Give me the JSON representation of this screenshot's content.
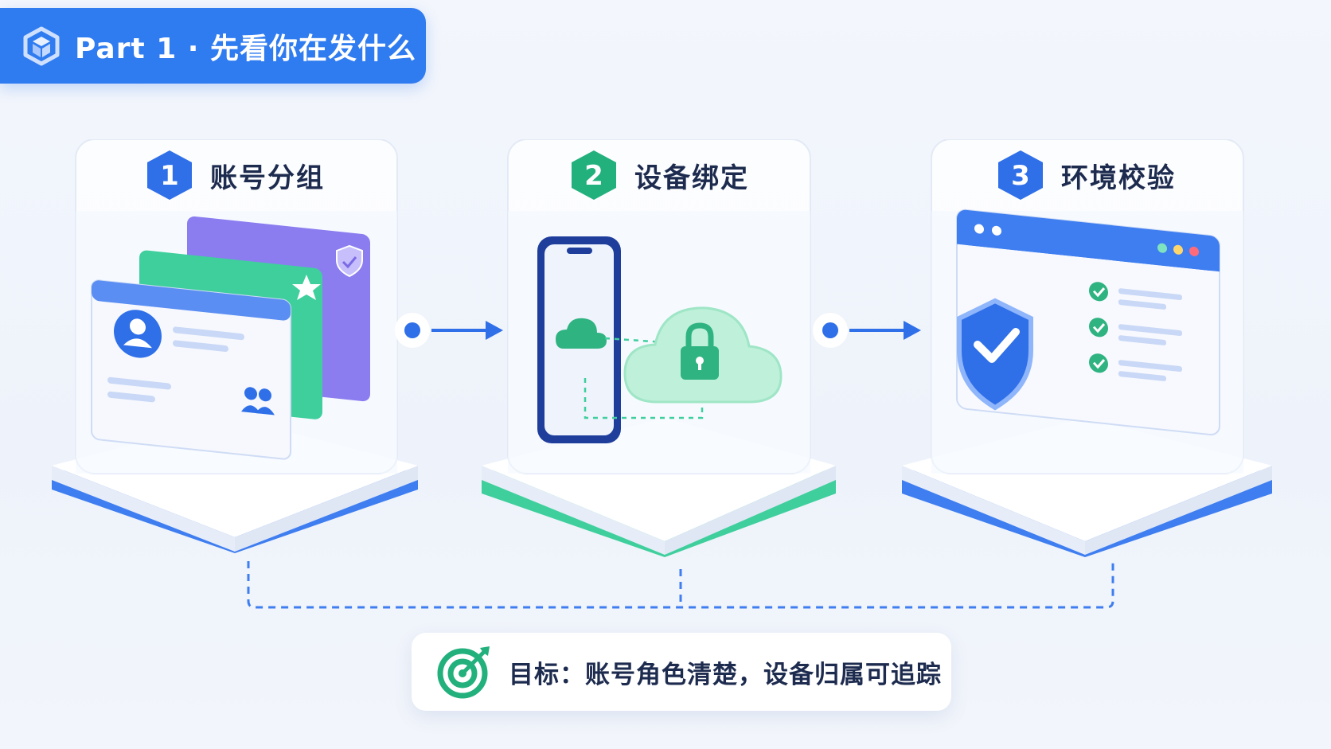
{
  "header": {
    "title": "Part 1 · 先看你在发什么",
    "icon": "cube-icon"
  },
  "steps": [
    {
      "number": "1",
      "label": "账号分组",
      "color": "#2f6fe8",
      "base_color": "#3f7ef0"
    },
    {
      "number": "2",
      "label": "设备绑定",
      "color": "#22b07d",
      "base_color": "#3fcf9c"
    },
    {
      "number": "3",
      "label": "环境校验",
      "color": "#2f6fe8",
      "base_color": "#3f7ef0"
    }
  ],
  "goal": {
    "text": "目标：账号角色清楚，设备归属可追踪",
    "icon": "target-icon"
  },
  "colors": {
    "primary": "#2f7bf0",
    "green": "#2fc08a",
    "purple": "#8b7cf0",
    "text": "#1d2b4f"
  }
}
